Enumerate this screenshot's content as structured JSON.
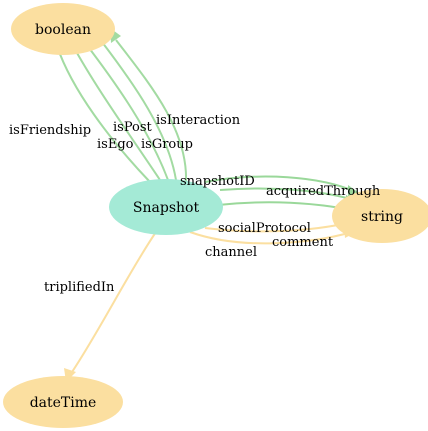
{
  "colors": {
    "class_node": "#a4ead6",
    "literal_node": "#fbdfa0",
    "edge_boolean": "#a3dba2",
    "edge_string_green": "#9ad89a",
    "edge_string_yellow": "#fbdfa0",
    "edge_datetime": "#fbdfa0"
  },
  "nodes": {
    "boolean": "boolean",
    "snapshot": "Snapshot",
    "string": "string",
    "datetime": "dateTime"
  },
  "edges": {
    "isFriendship": "isFriendship",
    "isEgo": "isEgo",
    "isPost": "isPost",
    "isGroup": "isGroup",
    "isInteraction": "isInteraction",
    "snapshotID": "snapshotID",
    "acquiredThrough": "acquiredThrough",
    "socialProtocol": "socialProtocol",
    "comment": "comment",
    "channel": "channel",
    "triplifiedIn": "triplifiedIn"
  }
}
